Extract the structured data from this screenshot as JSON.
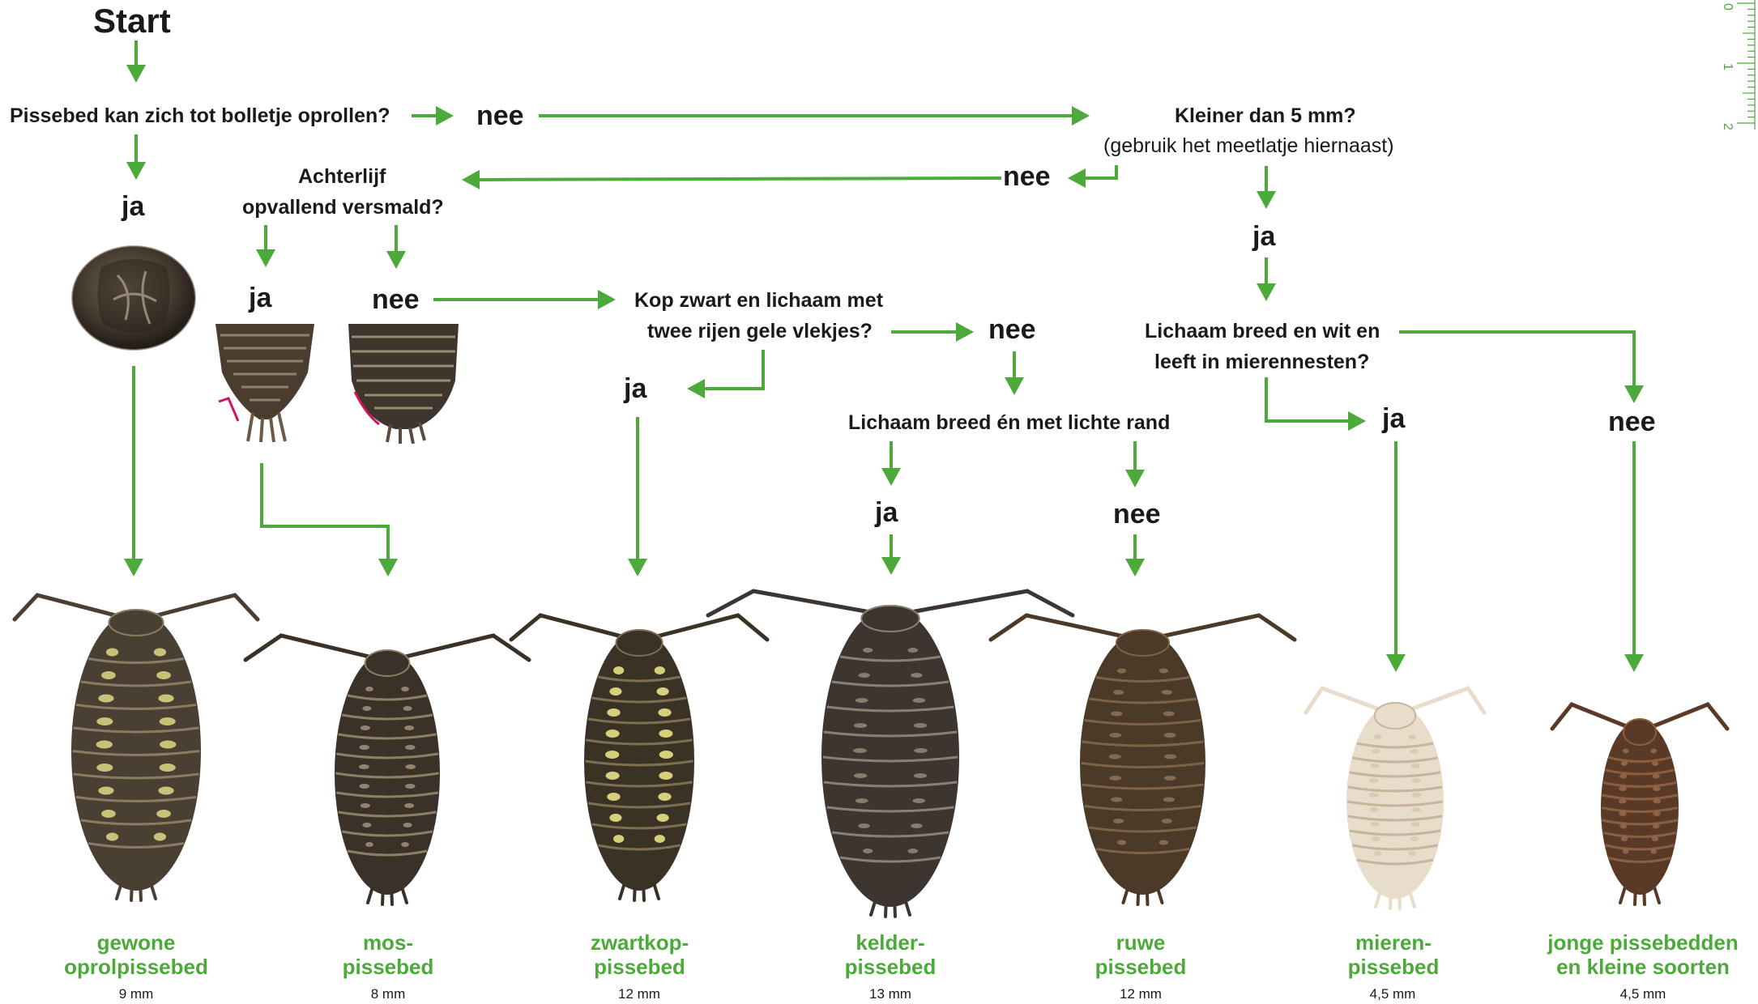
{
  "start_label": "Start",
  "questions": {
    "q1": "Pissebed kan zich tot bolletje oprollen?",
    "q2_line1": "Kleiner dan 5 mm?",
    "q2_note": "(gebruik het meetlatje hiernaast)",
    "q3_line1": "Achterlijf",
    "q3_line2": "opvallend versmald?",
    "q4_line1": "Kop zwart en lichaam met",
    "q4_line2": "twee rijen gele vlekjes?",
    "q5": "Lichaam breed én met lichte rand",
    "q6_line1": "Lichaam breed en wit en",
    "q6_line2": "leeft in mierennesten?"
  },
  "answers": {
    "yes": "ja",
    "no": "nee"
  },
  "ruler": {
    "labels": [
      "0",
      "1",
      "2"
    ]
  },
  "species": [
    {
      "name_line1": "gewone",
      "name_line2": "oprolpissebed",
      "size": "9 mm"
    },
    {
      "name_line1": "mos-",
      "name_line2": "pissebed",
      "size": "8 mm"
    },
    {
      "name_line1": "zwartkop-",
      "name_line2": "pissebed",
      "size": "12 mm"
    },
    {
      "name_line1": "kelder-",
      "name_line2": "pissebed",
      "size": "13 mm"
    },
    {
      "name_line1": "ruwe",
      "name_line2": "pissebed",
      "size": "12 mm"
    },
    {
      "name_line1": "mieren-",
      "name_line2": "pissebed",
      "size": "4,5 mm"
    },
    {
      "name_line1": "jonge pissebedden",
      "name_line2": "en kleine soorten",
      "size": "4,5 mm"
    }
  ],
  "colors": {
    "arrow": "#4caa3a",
    "accent_mark": "#d4145a"
  }
}
